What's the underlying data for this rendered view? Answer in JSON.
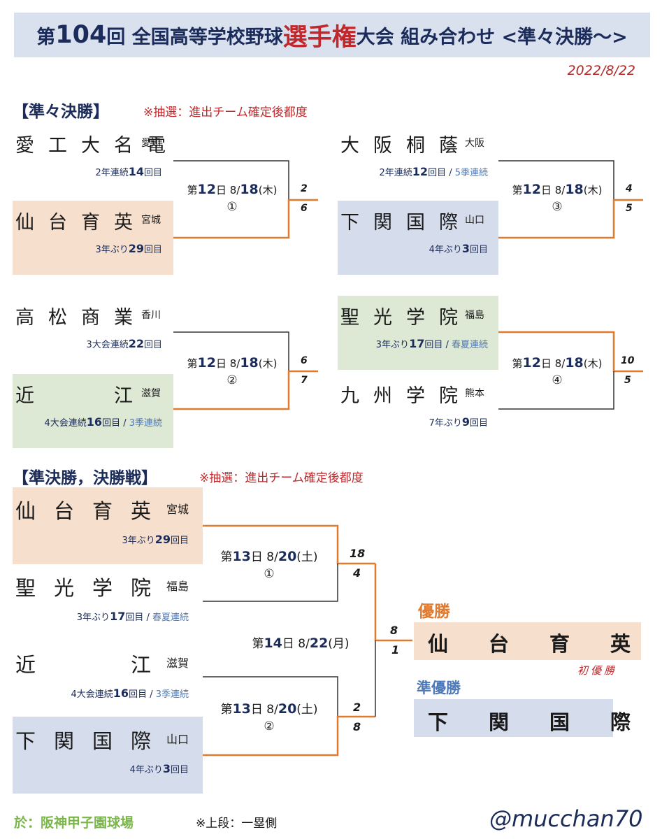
{
  "header": {
    "part1": "第",
    "num": "104",
    "part2": "回 全国高等学校野球",
    "red": "選手権",
    "part3": "大会 組み合わせ <準々決勝～>"
  },
  "date": "2022/8/22",
  "qf": {
    "title": "【準々決勝】",
    "note": "※抽選：進出チーム確定後都度",
    "games": [
      {
        "top": {
          "name": "愛工大名電",
          "pref": "愛知",
          "hist_a": "2年連続",
          "hist_num": "14",
          "hist_b": "回目",
          "hist_extra": ""
        },
        "bottom": {
          "name": "仙台育英",
          "pref": "宮城",
          "hist_a": "3年ぶり",
          "hist_num": "29",
          "hist_b": "回目",
          "hist_extra": ""
        },
        "day_pre": "第",
        "day": "12",
        "day_post": "日 8/",
        "date": "18",
        "wd": "(木)",
        "no": "①",
        "score_top": "2",
        "score_bottom": "6"
      },
      {
        "top": {
          "name": "大阪桐蔭",
          "pref": "大阪",
          "hist_a": "2年連続",
          "hist_num": "12",
          "hist_b": "回目 / ",
          "hist_extra": "5季連続"
        },
        "bottom": {
          "name": "下関国際",
          "pref": "山口",
          "hist_a": "4年ぶり",
          "hist_num": "3",
          "hist_b": "回目",
          "hist_extra": ""
        },
        "day_pre": "第",
        "day": "12",
        "day_post": "日 8/",
        "date": "18",
        "wd": "(木)",
        "no": "③",
        "score_top": "4",
        "score_bottom": "5"
      },
      {
        "top": {
          "name": "高松商業",
          "pref": "香川",
          "hist_a": "3大会連続",
          "hist_num": "22",
          "hist_b": "回目",
          "hist_extra": ""
        },
        "bottom": {
          "name": "近　　江",
          "pref": "滋賀",
          "hist_a": "4大会連続",
          "hist_num": "16",
          "hist_b": "回目 / ",
          "hist_extra": "3季連続"
        },
        "day_pre": "第",
        "day": "12",
        "day_post": "日 8/",
        "date": "18",
        "wd": "(木)",
        "no": "②",
        "score_top": "6",
        "score_bottom": "7"
      },
      {
        "top": {
          "name": "聖光学院",
          "pref": "福島",
          "hist_a": "3年ぶり",
          "hist_num": "17",
          "hist_b": "回目 / ",
          "hist_extra": "春夏連続"
        },
        "bottom": {
          "name": "九州学院",
          "pref": "熊本",
          "hist_a": "7年ぶり",
          "hist_num": "9",
          "hist_b": "回目",
          "hist_extra": ""
        },
        "day_pre": "第",
        "day": "12",
        "day_post": "日 8/",
        "date": "18",
        "wd": "(木)",
        "no": "④",
        "score_top": "10",
        "score_bottom": "5"
      }
    ]
  },
  "sf": {
    "title": "【準決勝，決勝戦】",
    "note": "※抽選：進出チーム確定後都度",
    "teams": [
      {
        "name": "仙台育英",
        "pref": "宮城",
        "hist_a": "3年ぶり",
        "hist_num": "29",
        "hist_b": "回目",
        "hist_extra": ""
      },
      {
        "name": "聖光学院",
        "pref": "福島",
        "hist_a": "3年ぶり",
        "hist_num": "17",
        "hist_b": "回目 / ",
        "hist_extra": "春夏連続"
      },
      {
        "name": "近　　江",
        "pref": "滋賀",
        "hist_a": "4大会連続",
        "hist_num": "16",
        "hist_b": "回目 / ",
        "hist_extra": "3季連続"
      },
      {
        "name": "下関国際",
        "pref": "山口",
        "hist_a": "4年ぶり",
        "hist_num": "3",
        "hist_b": "回目",
        "hist_extra": ""
      }
    ],
    "game1": {
      "day_pre": "第",
      "day": "13",
      "day_post": "日 8/",
      "date": "20",
      "wd": "(土)",
      "no": "①",
      "score_top": "18",
      "score_bottom": "4"
    },
    "game2": {
      "day_pre": "第",
      "day": "13",
      "day_post": "日 8/",
      "date": "20",
      "wd": "(土)",
      "no": "②",
      "score_top": "2",
      "score_bottom": "8"
    },
    "final": {
      "day_pre": "第",
      "day": "14",
      "day_post": "日 8/",
      "date": "22",
      "wd": "(月)",
      "score_top": "8",
      "score_bottom": "1"
    }
  },
  "result": {
    "champion_label": "優勝",
    "champion": "仙　　台　　育　　英",
    "champion_note": "初優勝",
    "runner_label": "準優勝",
    "runner": "下　　関　　国　　際"
  },
  "footer": {
    "venue": "於：阪神甲子園球場",
    "note": "※上段：一塁側",
    "handle": "@mucchan70"
  },
  "colors": {
    "navy": "#1c2c5a",
    "red": "#c0282b",
    "orange_line": "#e07a2e",
    "line_dark": "#333333",
    "bg_orange": "#f6dfcc",
    "bg_blue": "#d5dcec",
    "bg_green": "#dde9d5"
  }
}
